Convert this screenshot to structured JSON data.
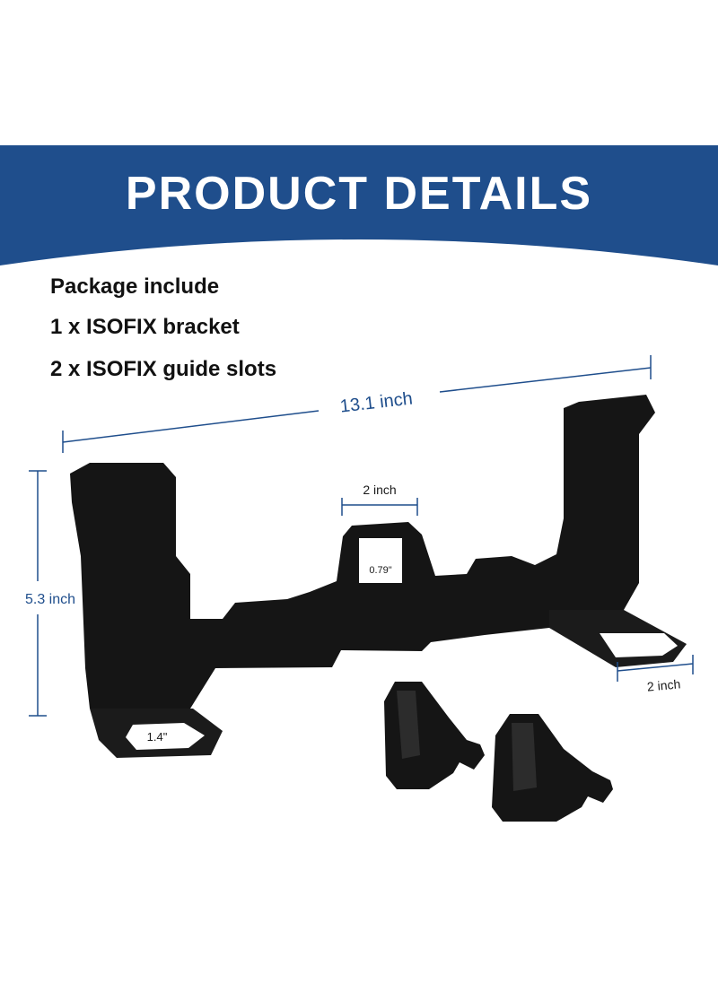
{
  "header": {
    "title": "PRODUCT DETAILS"
  },
  "package": {
    "title": "Package include",
    "items": [
      "1 x ISOFIX bracket",
      "2 x ISOFIX guide slots"
    ]
  },
  "dimensions": {
    "length": "13.1 inch",
    "height": "5.3 inch",
    "center_width": "2 inch",
    "center_slot": "0.79\"",
    "foot_width": "2 inch",
    "foot_hole": "1.4\""
  },
  "colors": {
    "banner": "#1f4e8c",
    "dimension_line": "#1f4e8c",
    "product": "#151515"
  }
}
